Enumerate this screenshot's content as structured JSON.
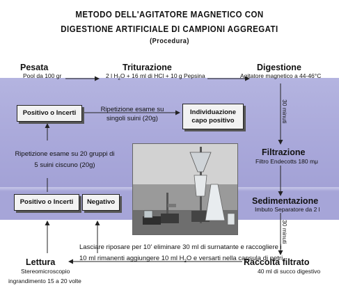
{
  "title": {
    "line1": "METODO DELL'AGITATORE MAGNETICO CON",
    "line2": "DIGESTIONE ARTIFICIALE DI CAMPIONI AGGREGATI",
    "line3": "(Procedura)"
  },
  "steps": {
    "pesata": {
      "label": "Pesata",
      "detail": "Pool da 100 gr"
    },
    "triturazione": {
      "label": "Triturazione",
      "detail_a": "2 l H",
      "detail_sub": "2",
      "detail_b": "O + 16 ml di HCl + 10 g Pepsina"
    },
    "digestione": {
      "label": "Digestione",
      "detail": "Agitatore magnetico a 44-46°C"
    },
    "filtrazione": {
      "label": "Filtrazione",
      "detail": "Filtro Endecotts 180 mμ"
    },
    "sedimentazione": {
      "label": "Sedimentazione",
      "detail": "Imbuto Separatore da 2 l"
    },
    "raccolta": {
      "label": "Raccolta filtrato",
      "detail": "40 ml di succo digestivo"
    },
    "lettura": {
      "label": "Lettura",
      "detail1": "Stereomicroscopio",
      "detail2": "ingrandimento 15 a 20 volte"
    }
  },
  "timings": {
    "first": "30 minuti",
    "second": "30 minuti"
  },
  "boxes": {
    "positivo_incerti_top": "Positivo o Incerti",
    "individuazione": "Individuazione capo positivo",
    "positivo_incerti_bottom": "Positivo o Incerti",
    "negativo": "Negativo"
  },
  "notes": {
    "ripetizione_singoli": "Ripetizione esame su singoli suini (20g)",
    "ripetizione_gruppi_1": "Ripetizione esame su 20 gruppi di",
    "ripetizione_gruppi_2": "5 suini ciscuno (20g)",
    "riposo_1": "Lasciare riposare per 10' eliminare 30 ml di surnatante e raccogliere i",
    "riposo_2a": "10 ml rimanenti aggiungere 10 ml H",
    "riposo_2sub": "2",
    "riposo_2b": "O e versarti nella capsula di petri"
  },
  "colors": {
    "band": "#a9a8da",
    "box_fill": "#f2f2f2",
    "arrow": "#222222"
  }
}
